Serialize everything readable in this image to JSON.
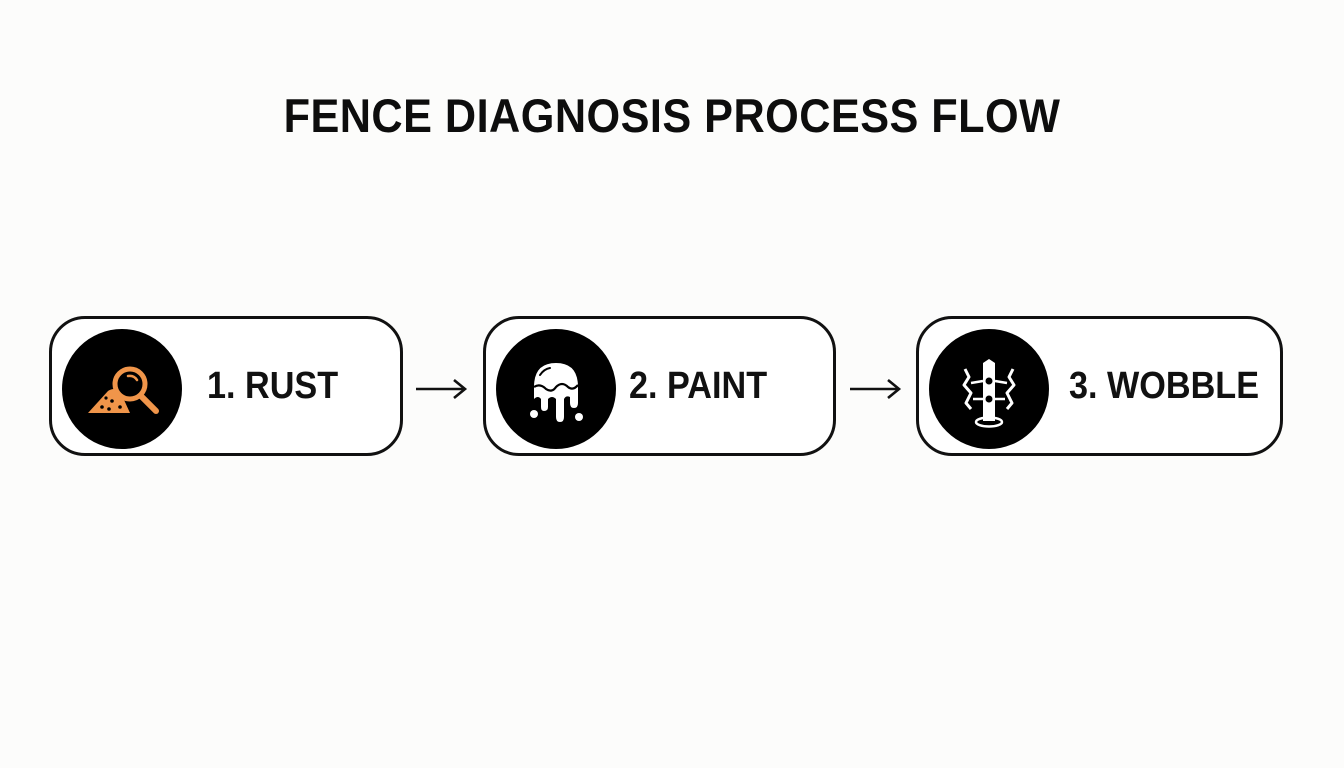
{
  "title": "FENCE DIAGNOSIS PROCESS FLOW",
  "steps": [
    {
      "number": "1.",
      "label": "1. RUST",
      "icon": "magnifier-over-rust-pile-icon",
      "icon_color": "#f0954a"
    },
    {
      "number": "2.",
      "label": "2. PAINT",
      "icon": "dripping-paint-icon",
      "icon_color": "#ffffff"
    },
    {
      "number": "3.",
      "label": "3. WOBBLE",
      "icon": "wobbling-fence-post-icon",
      "icon_color": "#ffffff"
    }
  ],
  "connectors": [
    {
      "from": 1,
      "to": 2,
      "icon": "arrow-right-icon"
    },
    {
      "from": 2,
      "to": 3,
      "icon": "arrow-right-icon"
    }
  ],
  "colors": {
    "background": "#fcfcfb",
    "text": "#111111",
    "circle": "#000000",
    "accent": "#f0954a"
  }
}
